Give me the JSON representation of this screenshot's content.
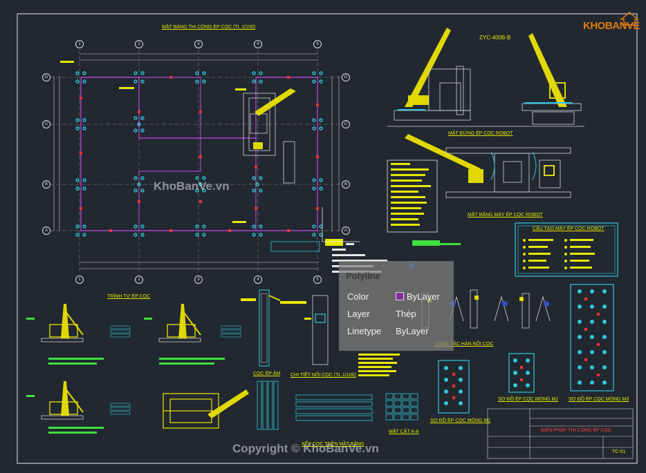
{
  "labels": {
    "plan_title": "MẶT BẰNG THI CÔNG ÉP CỌC (TL 1/100)",
    "crane_model": "ZYC-400B-B",
    "machine_elevation": "MẶT ĐỨNG ÉP CỌC ROBOT",
    "machine_plan": "MẶT BẰNG MÁY ÉP CỌC ROBOT",
    "machine_structure": "CẤU TẠO MÁY ÉP CỌC ROBOT",
    "sequence": "TRÌNH TỰ ÉP CỌC",
    "pile_joint_detail": "CHI TIẾT NỐI CỌC (TL 1/100)",
    "pile_section": "CỌC ÉP ÂM",
    "stacking": "XẾP CỌC TRÊN MẶT BẰNG",
    "section_aa": "MẶT CẮT A-A",
    "welding_work": "CÔNG TÁC HÀN NỐI CỌC",
    "diagram_m2": "SƠ ĐỒ ÉP CỌC MÓNG M2",
    "diagram_m1": "SƠ ĐỒ ÉP CỌC MÓNG M1",
    "diagram_m3": "SƠ ĐỒ ÉP CỌC MÓNG M3"
  },
  "grid": {
    "columns": [
      "1",
      "2",
      "3",
      "4",
      "5"
    ],
    "rows": [
      "D",
      "C",
      "B",
      "A"
    ]
  },
  "properties": {
    "title": "Polyline",
    "rows": [
      {
        "key": "Color",
        "value": "ByLayer",
        "swatch": "#8a2aa0"
      },
      {
        "key": "Layer",
        "value": "Thép"
      },
      {
        "key": "Linetype",
        "value": "ByLayer"
      }
    ]
  },
  "title_block": {
    "drawing_name": "BIỆN PHÁP THI CÔNG ÉP CỌC",
    "sheet": "TC-01"
  },
  "watermark": {
    "logo": "KHOBANVE",
    "center": "KhoBanVe.vn",
    "footer": "Copyright © KhoBanVe.vn"
  },
  "colors": {
    "background": "#212830",
    "accent_yellow": "#e8e800",
    "grid_purple": "#b040d0",
    "pile_cyan": "#30c8e0",
    "brand_orange": "#e07a10"
  }
}
